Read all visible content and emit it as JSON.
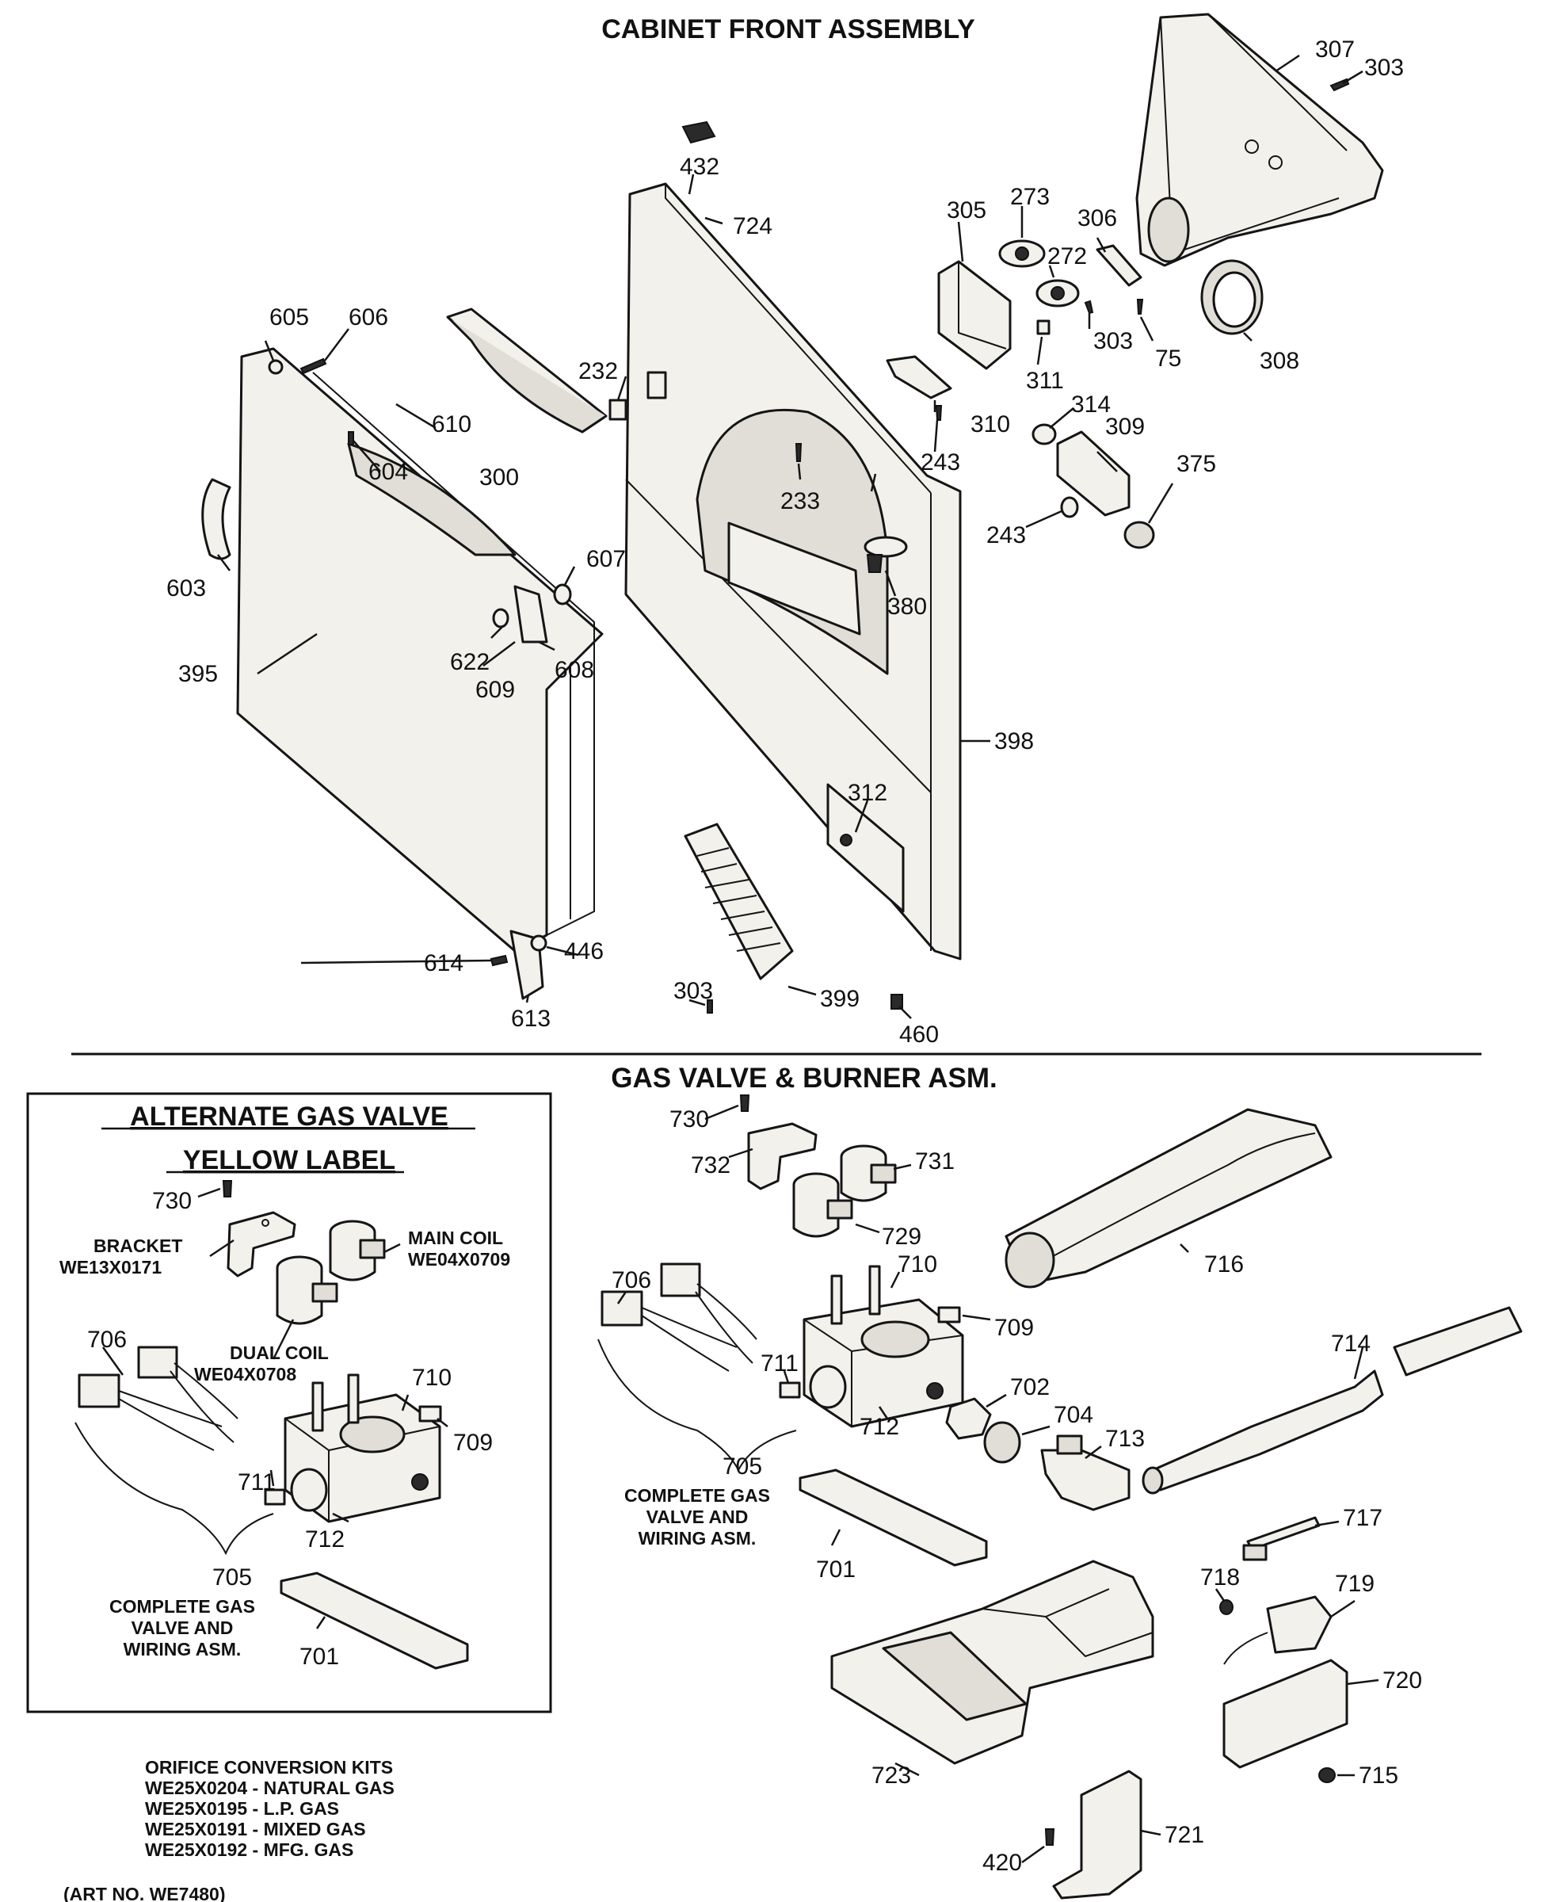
{
  "titles": {
    "cabinet": "CABINET FRONT ASSEMBLY",
    "gas_valve": "GAS VALVE & BURNER ASM.",
    "alternate_line1": "ALTERNATE GAS VALVE",
    "alternate_line2": "YELLOW LABEL"
  },
  "inset_labels": {
    "bracket_1": "BRACKET",
    "bracket_2": "WE13X0171",
    "main_coil_1": "MAIN COIL",
    "main_coil_2": "WE04X0709",
    "dual_coil_1": "DUAL COIL",
    "dual_coil_2": "WE04X0708",
    "complete_1": "COMPLETE GAS",
    "complete_2": "VALVE AND",
    "complete_3": "WIRING ASM."
  },
  "main_complete": {
    "line1": "COMPLETE GAS",
    "line2": "VALVE AND",
    "line3": "WIRING ASM."
  },
  "orifice": {
    "title": "ORIFICE CONVERSION KITS",
    "items": [
      "WE25X0204 - NATURAL GAS",
      "WE25X0195 - L.P. GAS",
      "WE25X0191 - MIXED GAS",
      "WE25X0192 - MFG. GAS"
    ]
  },
  "art_no": "(ART NO. WE7480)",
  "callouts": {
    "c307": "307",
    "c303a": "303",
    "c432": "432",
    "c724": "724",
    "c305": "305",
    "c273": "273",
    "c272": "272",
    "c306": "306",
    "c303b": "303",
    "c75": "75",
    "c308": "308",
    "c311": "311",
    "c310": "310",
    "c605": "605",
    "c606": "606",
    "c232": "232",
    "c610": "610",
    "c604": "604",
    "c300": "300",
    "c314": "314",
    "c309": "309",
    "c375": "375",
    "c243a": "243",
    "c243b": "243",
    "c233": "233",
    "c603": "603",
    "c607": "607",
    "c380": "380",
    "c395": "395",
    "c622": "622",
    "c608": "608",
    "c609": "609",
    "c398": "398",
    "c312": "312",
    "c614": "614",
    "c446": "446",
    "c613": "613",
    "c303c": "303",
    "c399": "399",
    "c460": "460",
    "i730": "730",
    "i706": "706",
    "i710": "710",
    "i709": "709",
    "i711": "711",
    "i712": "712",
    "i705": "705",
    "i701": "701",
    "m730": "730",
    "m732": "732",
    "m731": "731",
    "m729": "729",
    "m706": "706",
    "m710": "710",
    "m709": "709",
    "m716": "716",
    "m711": "711",
    "m702": "702",
    "m712": "712",
    "m704": "704",
    "m713": "713",
    "m714": "714",
    "m705": "705",
    "m701": "701",
    "m717": "717",
    "m718": "718",
    "m719": "719",
    "m720": "720",
    "m723": "723",
    "m715": "715",
    "m721": "721",
    "m420": "420"
  }
}
